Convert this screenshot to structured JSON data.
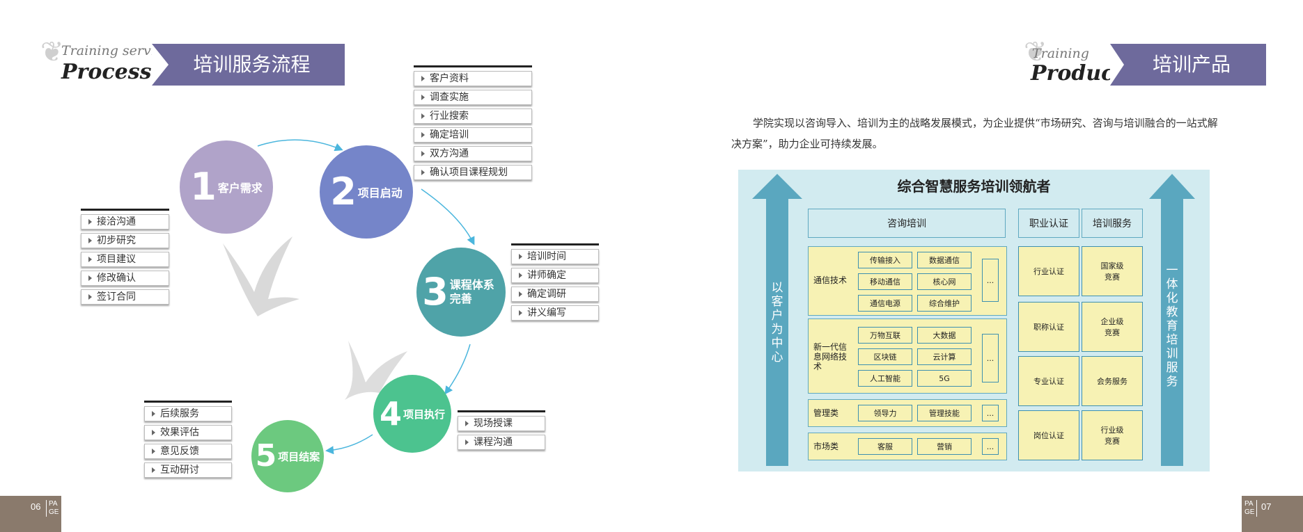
{
  "left_header": {
    "en_sub": "Training service",
    "en_main": "Process",
    "cn_title": "培训服务流程"
  },
  "right_header": {
    "en_sub": "Training",
    "en_main": "Products",
    "cn_title": "培训产品"
  },
  "steps": [
    {
      "num": "1",
      "label": "客户需求",
      "color": "#b0a3c9"
    },
    {
      "num": "2",
      "label": "项目启动",
      "color": "#7585c9"
    },
    {
      "num": "3",
      "label": "课程体系完善",
      "color": "#4fa3a8"
    },
    {
      "num": "4",
      "label": "项目执行",
      "color": "#4cc38f"
    },
    {
      "num": "5",
      "label": "项目结案",
      "color": "#6cc97f"
    }
  ],
  "lists": {
    "step1": [
      "接洽沟通",
      "初步研究",
      "项目建议",
      "修改确认",
      "签订合同"
    ],
    "step2": [
      "客户资料",
      "调查实施",
      "行业搜索",
      "确定培训",
      "双方沟通",
      "确认项目课程规划"
    ],
    "step3": [
      "培训时间",
      "讲师确定",
      "确定调研",
      "讲义编写"
    ],
    "step4": [
      "现场授课",
      "课程沟通"
    ],
    "step5": [
      "后续服务",
      "效果评估",
      "意见反馈",
      "互动研讨"
    ]
  },
  "intro_text": "学院实现以咨询导入、培训为主的战略发展模式，为企业提供“市场研究、咨询与培训融合的一站式解决方案”，助力企业可持续发展。",
  "diagram": {
    "title": "综合智慧服务培训领航者",
    "left_arrow": "以客户为中心",
    "right_arrow": "一体化教育培训服务",
    "col_consult": "咨询培训",
    "col_cert": "职业认证",
    "col_service": "培训服务",
    "row_telecom": {
      "label": "通信技术",
      "items": [
        "传输接入",
        "数据通信",
        "移动通信",
        "核心网",
        "通信电源",
        "综合维护"
      ],
      "more": "..."
    },
    "row_newgen": {
      "label": "新一代信息网络技术",
      "items": [
        "万物互联",
        "大数据",
        "区块链",
        "云计算",
        "人工智能",
        "5G"
      ],
      "more": "..."
    },
    "row_mgmt": {
      "label": "管理类",
      "items": [
        "领导力",
        "管理技能"
      ],
      "more": "..."
    },
    "row_market": {
      "label": "市场类",
      "items": [
        "客服",
        "营销"
      ],
      "more": "..."
    },
    "cert": [
      "行业认证",
      "职称认证",
      "专业认证",
      "岗位认证"
    ],
    "service": [
      "国家级竞赛",
      "企业级竞赛",
      "会务服务",
      "行业级竞赛"
    ]
  },
  "page_left": {
    "num": "06",
    "page": "PA GE"
  },
  "page_right": {
    "num": "07",
    "page": "PA GE"
  },
  "colors": {
    "banner": "#6e6a9c",
    "arrow": "#5aa7bf",
    "diagram_bg": "#d2ebf0",
    "cell_bg": "#f7f2b4",
    "page_box": "#8a7a6c"
  }
}
